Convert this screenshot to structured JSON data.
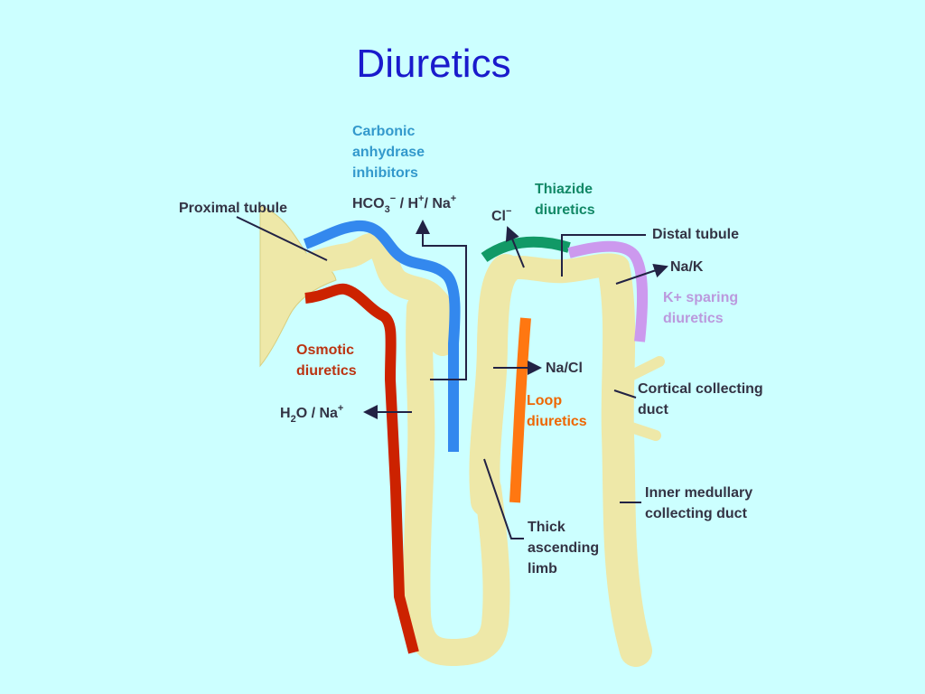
{
  "title": "Diuretics",
  "colors": {
    "background": "#ccffff",
    "tubule": "#eee8a8",
    "carbonic": "#3388ee",
    "osmotic": "#cc2200",
    "thiazide": "#119966",
    "loop": "#ff7711",
    "k_sparing": "#cc99ee"
  },
  "labels": {
    "carbonic_1": "Carbonic",
    "carbonic_2": "anhydrase",
    "carbonic_3": "inhibitors",
    "hco3_a": "HCO",
    "hco3_b": "3",
    "hco3_c": "−",
    "hco3_d": " / H",
    "hco3_e": "+",
    "hco3_f": "/ Na",
    "hco3_g": "+",
    "proximal": "Proximal tubule",
    "chloride_a": "Cl",
    "chloride_b": "−",
    "thiazide_1": "Thiazide",
    "thiazide_2": "diuretics",
    "distal": "Distal tubule",
    "nak": "Na/K",
    "ksparing_1": "K+ sparing",
    "ksparing_2": "diuretics",
    "osmotic_1": "Osmotic",
    "osmotic_2": "diuretics",
    "nacl": "Na/Cl",
    "loop_1": "Loop",
    "loop_2": "diuretics",
    "h2o_a": "H",
    "h2o_b": "2",
    "h2o_c": "O / Na",
    "h2o_d": "+",
    "cortical_1": "Cortical collecting",
    "cortical_2": "duct",
    "thick_1": "Thick",
    "thick_2": "ascending",
    "thick_3": "limb",
    "inner_1": "Inner medullary",
    "inner_2": "collecting duct"
  }
}
